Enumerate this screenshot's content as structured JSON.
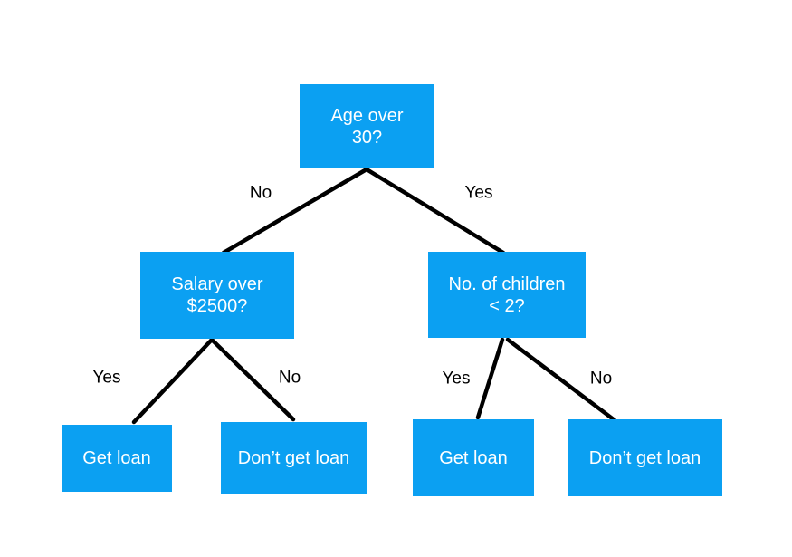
{
  "diagram": {
    "type": "decision-tree",
    "colors": {
      "background": "#ffffff",
      "node-fill": "#0ba0f2",
      "node-text": "#ffffff",
      "edge-stroke": "#000000",
      "edge-label-text": "#000000"
    },
    "nodes": {
      "root": {
        "label": "Age over\n30?"
      },
      "salary": {
        "label": "Salary over\n$2500?"
      },
      "children": {
        "label": "No. of children\n< 2?"
      },
      "salary_yes_leaf": {
        "label": "Get loan"
      },
      "salary_no_leaf": {
        "label": "Don’t get loan"
      },
      "children_yes_leaf": {
        "label": "Get loan"
      },
      "children_no_leaf": {
        "label": "Don’t get loan"
      }
    },
    "edge_labels": {
      "root_to_salary": "No",
      "root_to_children": "Yes",
      "salary_to_yes_leaf": "Yes",
      "salary_to_no_leaf": "No",
      "children_to_yes_leaf": "Yes",
      "children_to_no_leaf": "No"
    }
  }
}
